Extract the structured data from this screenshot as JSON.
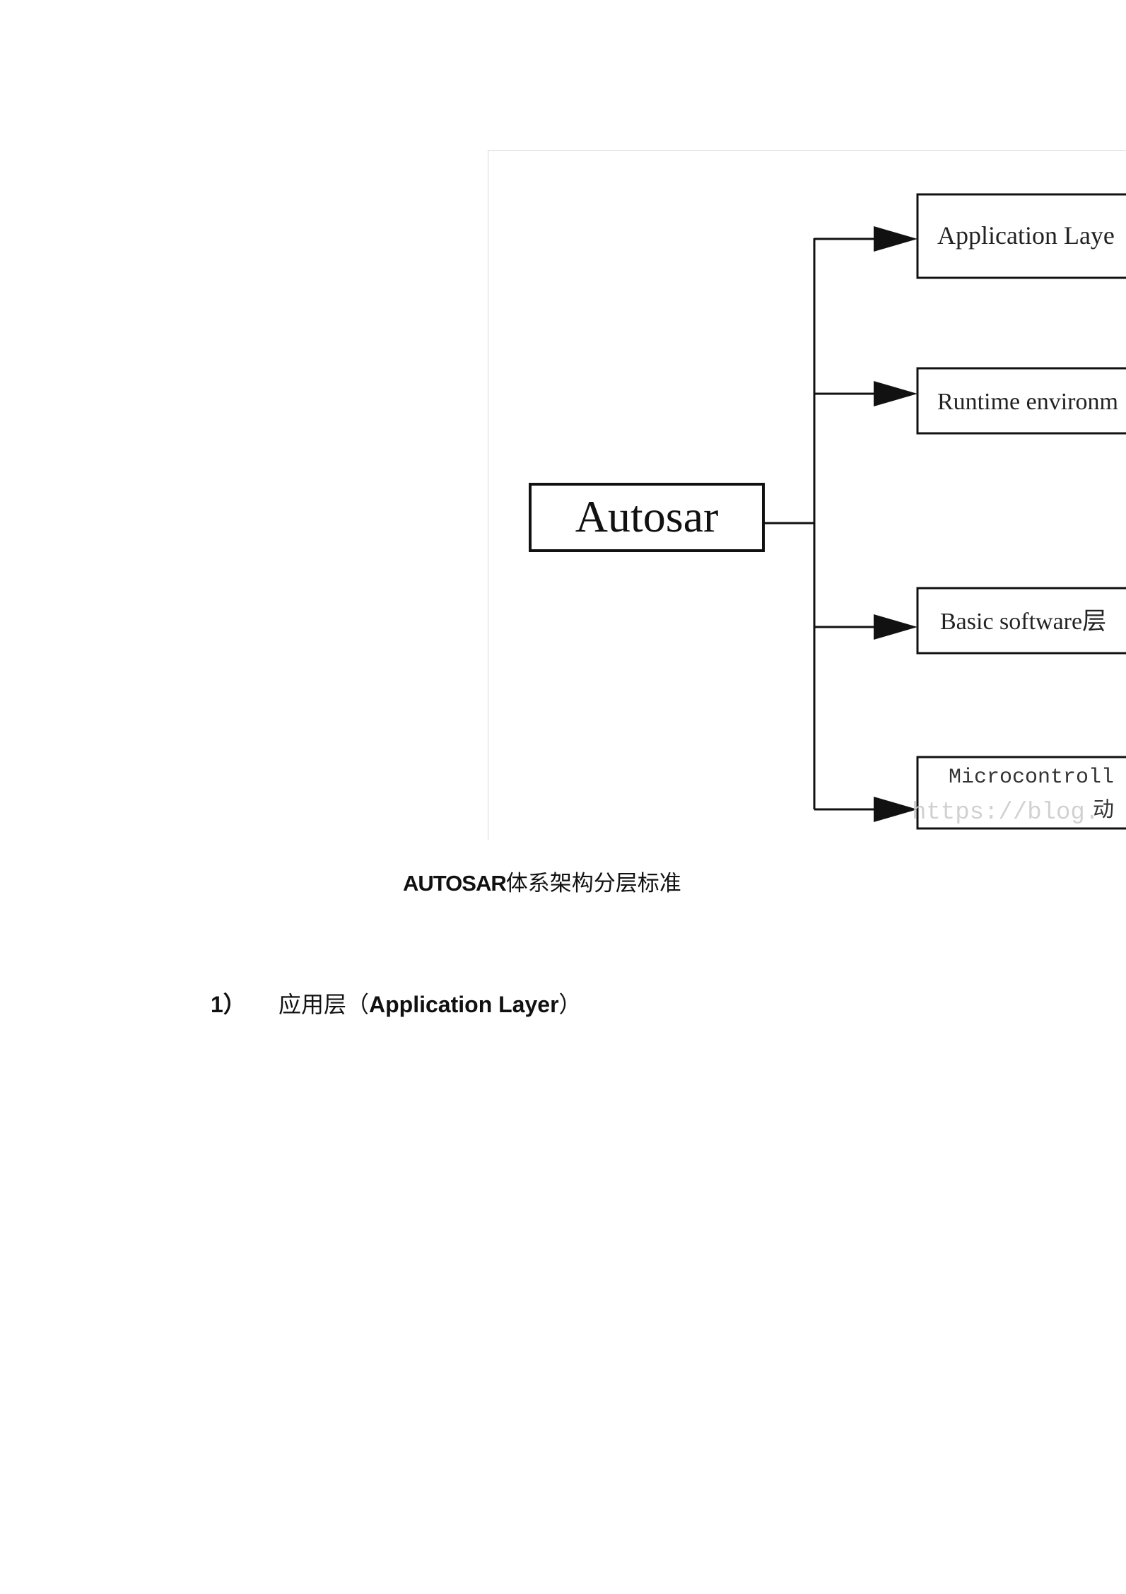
{
  "figure": {
    "root_label": "Autosar",
    "layers": [
      "Application Laye",
      "Runtime environm",
      "Basic software层",
      "Microcontroll"
    ],
    "layer4_second_line": "动",
    "watermark": "https://blog."
  },
  "caption": {
    "prefix": "AUTOSAR",
    "text": "体系架构分层标准"
  },
  "section": {
    "number": "1）",
    "title_cn": "应用层（",
    "title_en": "Application Layer",
    "title_close": "）"
  }
}
